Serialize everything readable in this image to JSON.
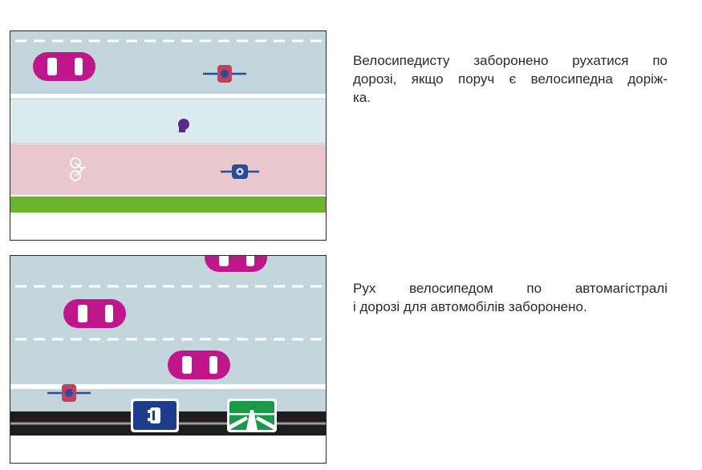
{
  "colors": {
    "road": "#c3d6dc",
    "sidewalk": "#dcebed",
    "bike_lane": "#e8c8cd",
    "grass": "#6cb42c",
    "car": "#c0168c",
    "cyclist": "#2a4a9a",
    "pedestrian": "#5a2a8a",
    "motorway_sign": "#1a9a48",
    "car_sign": "#1e3c8c",
    "asphalt": "#1e1e1e"
  },
  "sections": [
    {
      "caption_lines": [
        "Велосипедисту заборонено рухатися по",
        "дорозі, якщо поруч є велосипедна доріж-",
        "ка."
      ]
    },
    {
      "caption_lines": [
        "Рух велосипедом по автомагістралі",
        "і дорозі для автомобілів заборонено."
      ]
    }
  ]
}
